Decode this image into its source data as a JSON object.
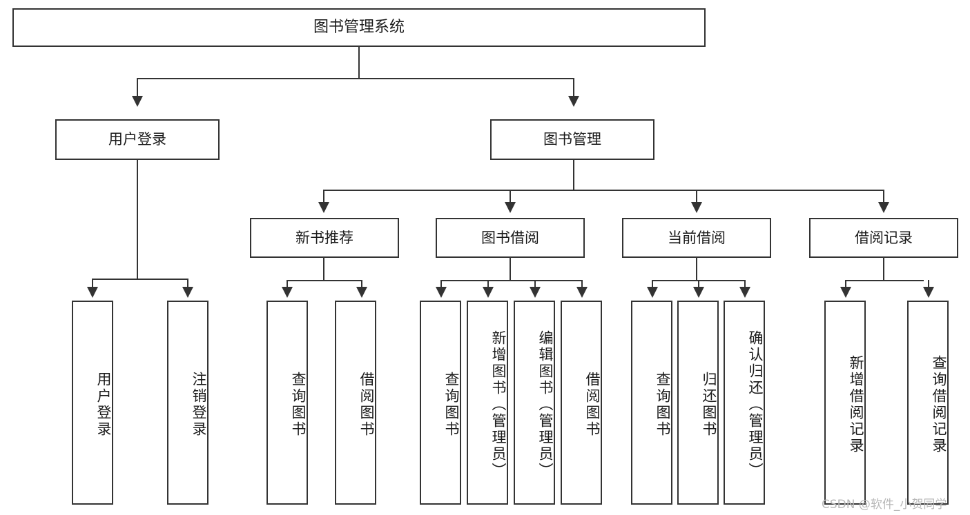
{
  "diagram": {
    "type": "tree",
    "title": "图书管理系统",
    "root": {
      "label": "图书管理系统"
    },
    "level2": [
      {
        "label": "用户登录"
      },
      {
        "label": "图书管理"
      }
    ],
    "level3": [
      {
        "label": "新书推荐"
      },
      {
        "label": "图书借阅"
      },
      {
        "label": "当前借阅"
      },
      {
        "label": "借阅记录"
      }
    ],
    "leaves": {
      "user_login": [
        {
          "label": "用户登录"
        },
        {
          "label": "注销登录"
        }
      ],
      "new_book_recommend": [
        {
          "label": "查询图书"
        },
        {
          "label": "借阅图书"
        }
      ],
      "book_borrow": [
        {
          "label": "查询图书"
        },
        {
          "label": "新增图书（管理员）"
        },
        {
          "label": "编辑图书（管理员）"
        },
        {
          "label": "借阅图书"
        }
      ],
      "current_borrow": [
        {
          "label": "查询图书"
        },
        {
          "label": "归还图书"
        },
        {
          "label": "确认归还（管理员）"
        }
      ],
      "borrow_record": [
        {
          "label": "新增借阅记录"
        },
        {
          "label": "查询借阅记录"
        }
      ]
    }
  },
  "watermark": {
    "text": "CSDN @软件_小贺同学"
  },
  "colors": {
    "stroke": "#333333",
    "fill": "#ffffff",
    "text": "#1a1a1a",
    "watermark": "#b8b8b8"
  }
}
